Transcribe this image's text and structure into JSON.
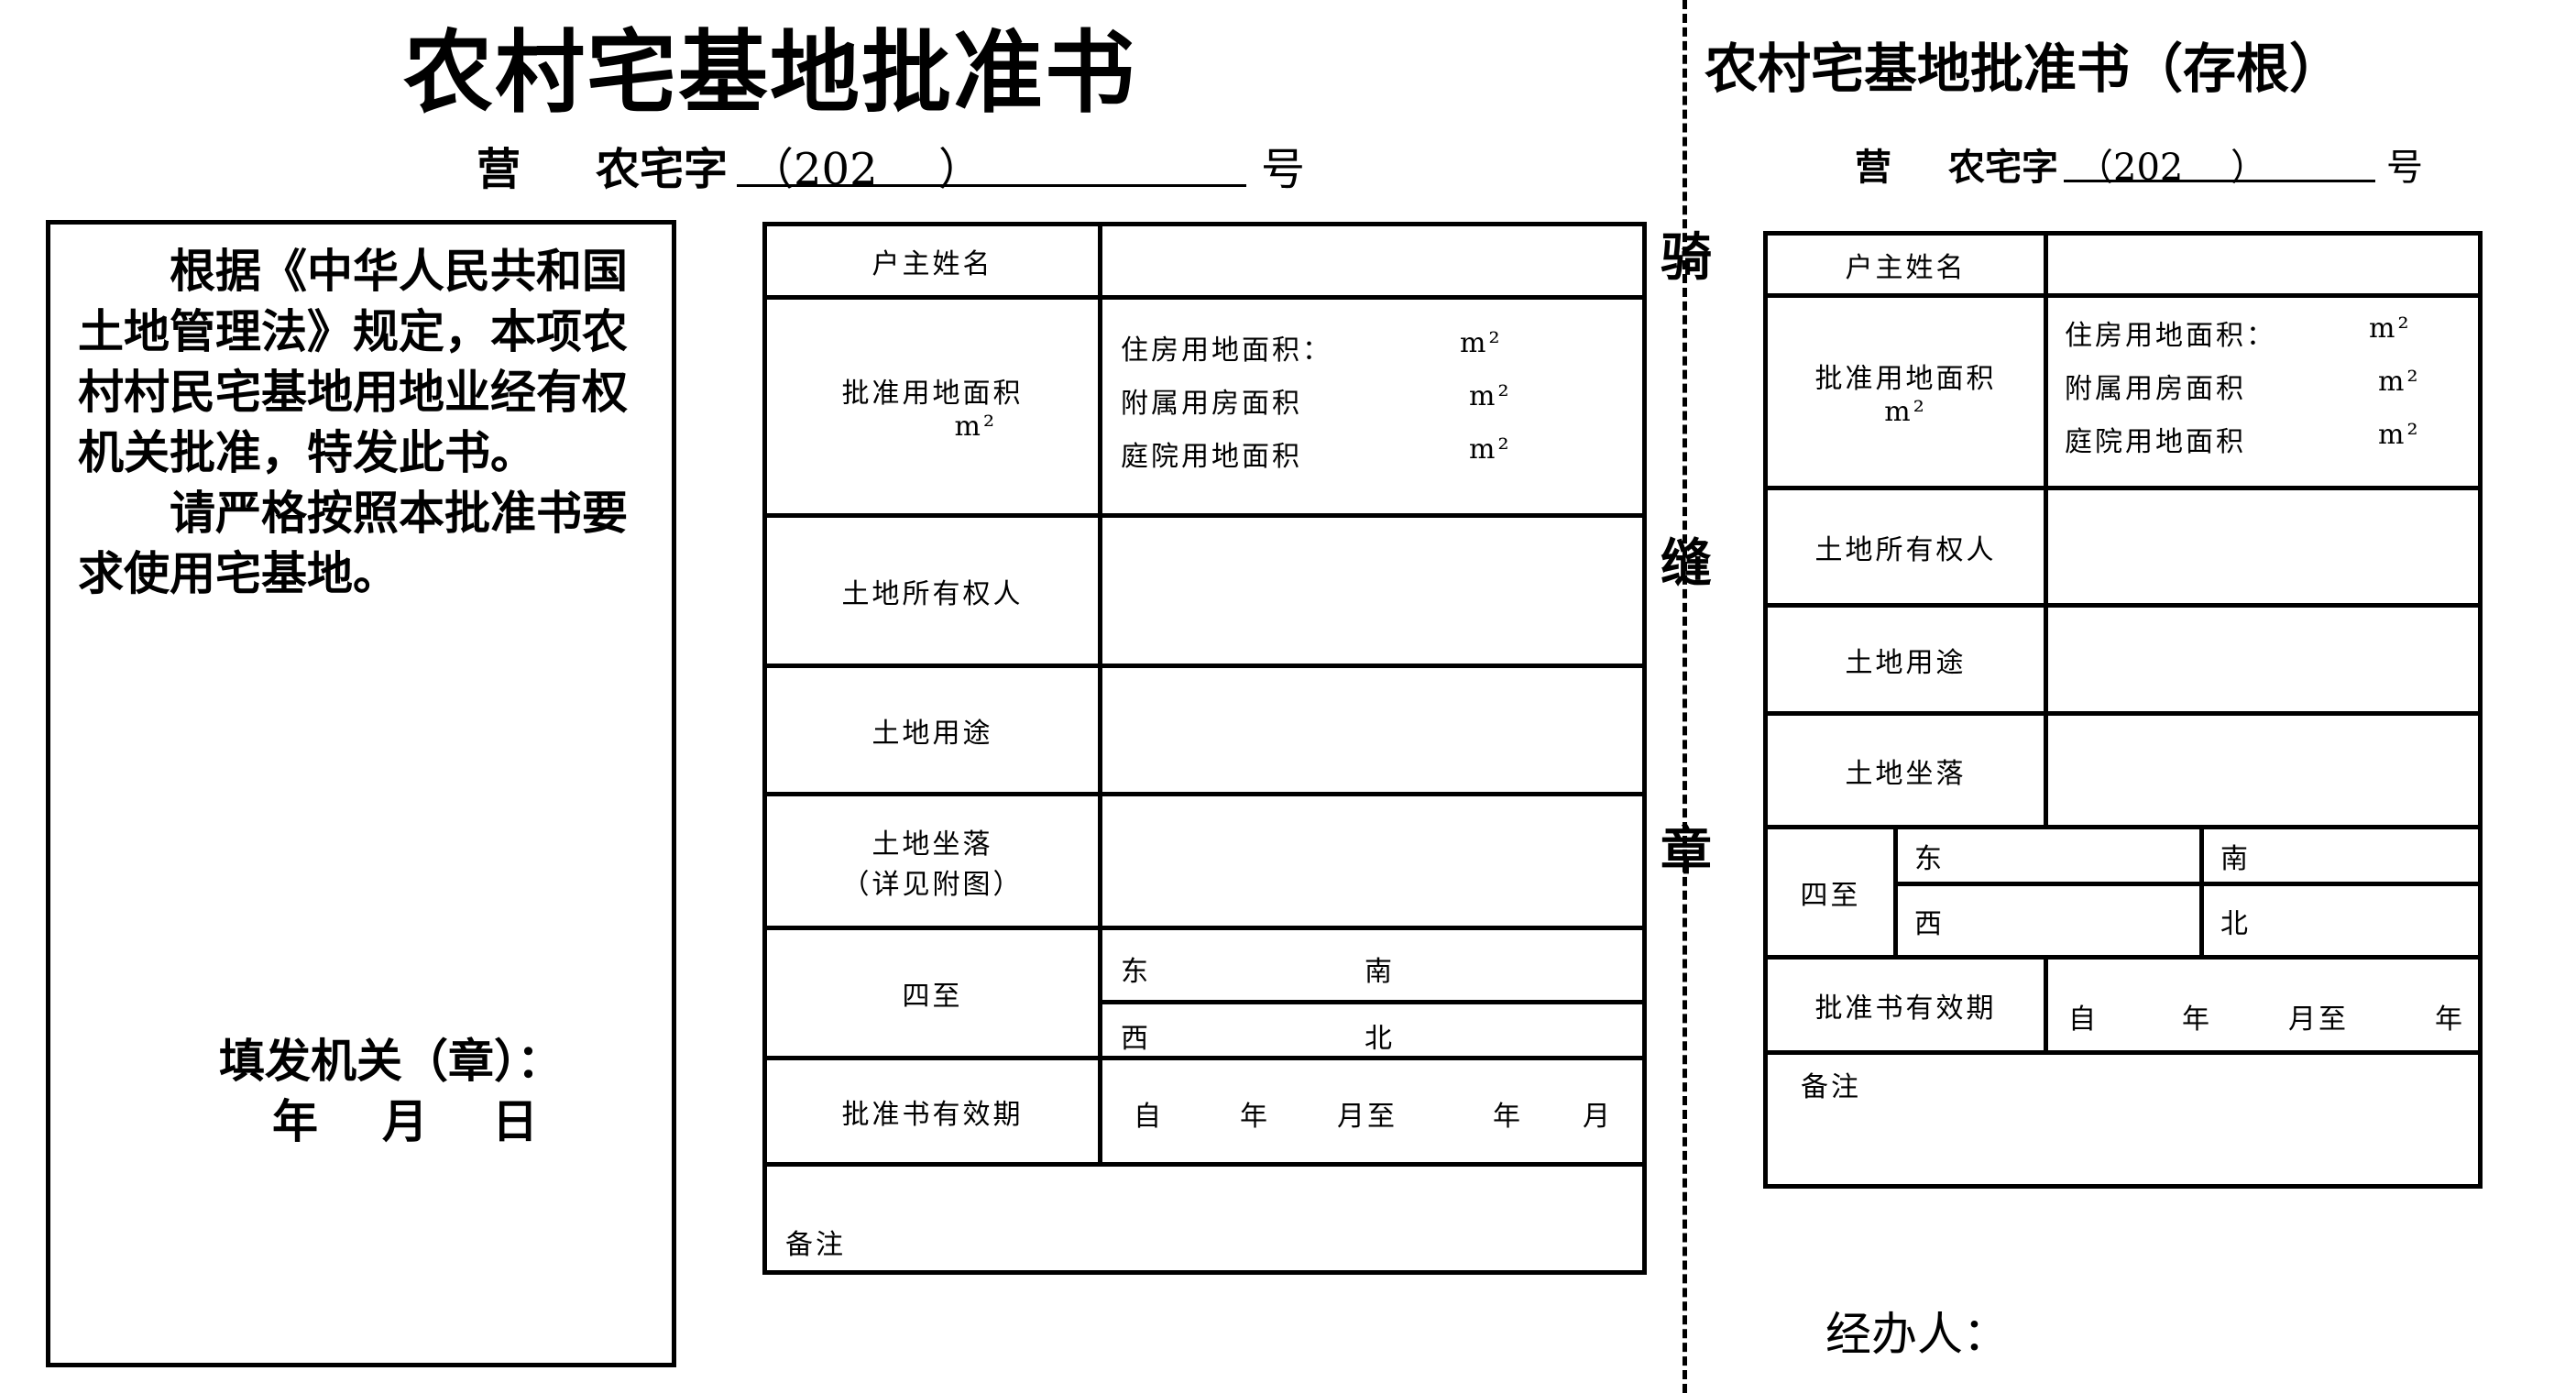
{
  "main": {
    "title": "农村宅基地批准书",
    "number_line": {
      "prefix": "营",
      "type": "农宅字",
      "year": "（202",
      "close_paren": "）",
      "suffix": "号"
    },
    "legal_paragraph_1": "根据《中华人民共和国土地管理法》规定，本项农村村民宅基地用地业经有权机关批准，特发此书。",
    "legal_paragraph_2": "请严格按照本批准书要求使用宅基地。",
    "issuer": "填发机关（章）：",
    "date_year": "年",
    "date_month": "月",
    "date_day": "日",
    "form": {
      "owner_name": "户主姓名",
      "approved_area": "批准用地面积",
      "unit": "m²",
      "housing_area": "住房用地面积：",
      "auxiliary_area": "附属用房面积",
      "yard_area": "庭院用地面积",
      "land_owner": "土地所有权人",
      "land_use": "土地用途",
      "land_location": "土地坐落",
      "see_attached": "（详见附图）",
      "boundaries": "四至",
      "east": "东",
      "south": "南",
      "west": "西",
      "north": "北",
      "validity": "批准书有效期",
      "from": "自",
      "year": "年",
      "month_to": "月至",
      "month": "月",
      "remarks": "备注"
    }
  },
  "seal": {
    "chars": [
      "骑",
      "缝",
      "章"
    ]
  },
  "stub": {
    "title": "农村宅基地批准书（存根）",
    "number_line": {
      "prefix": "营",
      "type": "农宅字",
      "year": "（202",
      "close_paren": "）",
      "suffix": "号"
    },
    "form": {
      "owner_name": "户主姓名",
      "approved_area": "批准用地面积",
      "unit": "m²",
      "housing_area": "住房用地面积：",
      "auxiliary_area": "附属用房面积",
      "yard_area": "庭院用地面积",
      "land_owner": "土地所有权人",
      "land_use": "土地用途",
      "land_location": "土地坐落",
      "boundaries": "四至",
      "east": "东",
      "south": "南",
      "west": "西",
      "north": "北",
      "validity": "批准书有效期",
      "from": "自",
      "year": "年",
      "month_to": "月至",
      "remarks": "备注"
    },
    "handler": "经办人："
  }
}
